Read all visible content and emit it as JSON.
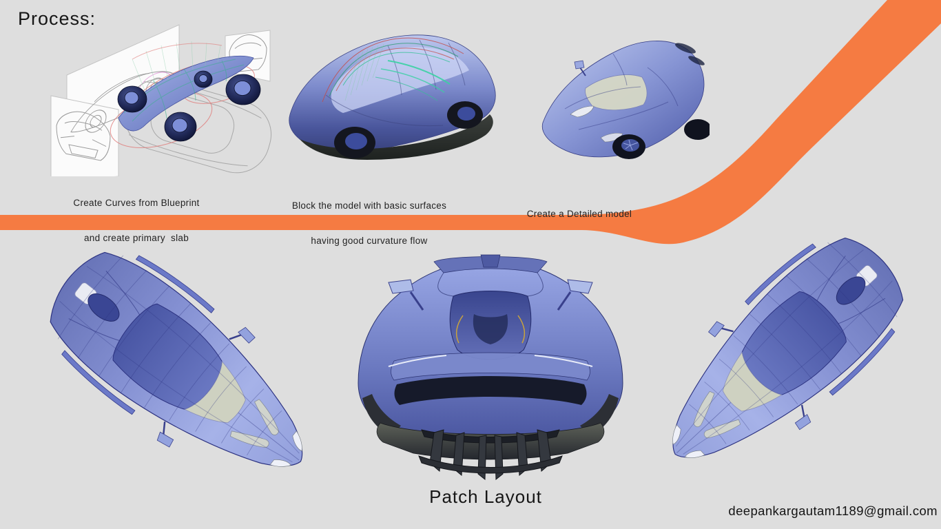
{
  "colors": {
    "background": "#dedede",
    "swoosh_orange": "#f57b42",
    "text_dark": "#1b1b1b",
    "car_blue_light": "#a9b6e8",
    "car_blue_deep": "#3d4a8c",
    "graphite": "#2e3230",
    "windshield_khaki": "#d6d8c6"
  },
  "header": {
    "title": "Process:"
  },
  "steps": [
    {
      "id": "blueprint",
      "caption_lines": [
        "Create Curves from Blueprint",
        "and create primary  slab"
      ]
    },
    {
      "id": "block-model",
      "caption_lines": [
        "Block the model with basic surfaces",
        "having good curvature flow"
      ]
    },
    {
      "id": "detailed-model",
      "caption_lines": [
        "Create a Detailed model"
      ]
    }
  ],
  "patch_layout": {
    "caption": "Patch Layout"
  },
  "footer": {
    "email": "deepankargautam1189@gmail.com"
  }
}
